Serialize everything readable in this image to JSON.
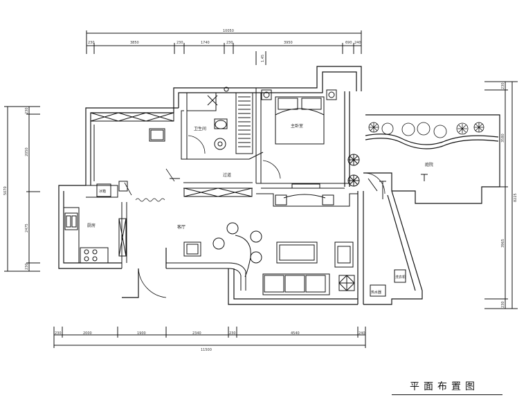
{
  "title": "平面布置图",
  "rooms": {
    "master_bedroom": "主卧室",
    "bathroom": "卫生间",
    "corridor": "过道",
    "kitchen": "厨房",
    "living": "客厅",
    "garden": "庭院",
    "water_heater": "热水器",
    "washer": "洗衣机",
    "fridge": "冰箱"
  },
  "dimensions": {
    "top": {
      "total": "10050",
      "segments": [
        "230",
        "3850",
        "230",
        "1740",
        "230",
        "3950",
        "690",
        "240"
      ]
    },
    "bottom": {
      "total": "11500",
      "segments": [
        "230",
        "2000",
        "1900",
        "2340",
        "230",
        "4540",
        "240"
      ]
    },
    "left": {
      "total": "5070",
      "segments": [
        "230",
        "2050",
        "2475",
        "230"
      ]
    },
    "right": {
      "total": "8225",
      "segments": [
        "230",
        "3580",
        "3965",
        "230"
      ]
    },
    "step": "1.45"
  }
}
